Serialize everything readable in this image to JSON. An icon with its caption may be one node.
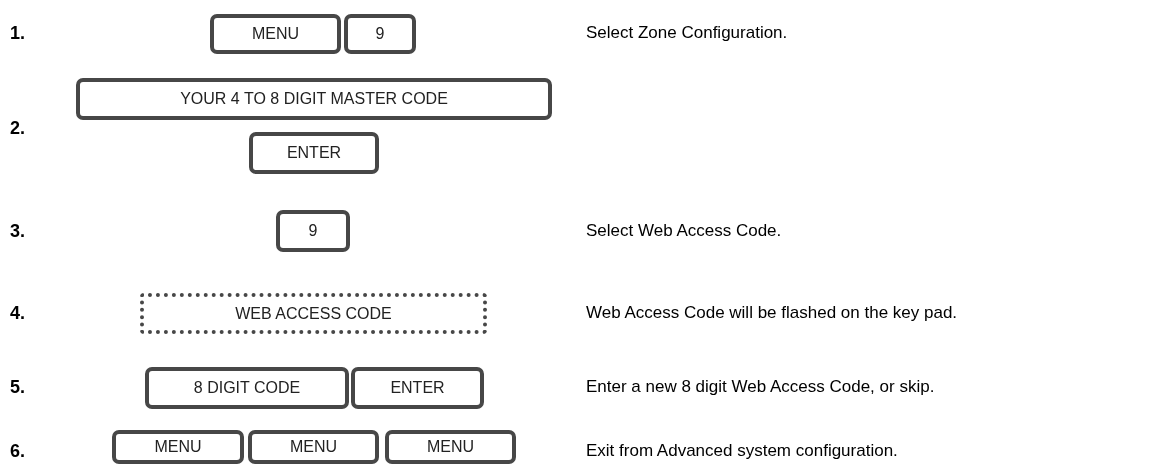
{
  "diagram": {
    "nodes": [
      {
        "text": [
          "MENU"
        ]
      },
      {
        "text": [
          "9"
        ]
      },
      {
        "text": [
          "YOUR 4 TO 8 DIGIT MASTER CODE"
        ]
      },
      {
        "text": [
          "ENTER"
        ]
      },
      {
        "text": [
          "9"
        ]
      },
      {
        "text": [
          "WEB ACCESS CODE"
        ]
      },
      {
        "text": [
          "8 DIGIT CODE"
        ]
      },
      {
        "text": [
          "ENTER"
        ]
      },
      {
        "text": [
          "MENU"
        ]
      },
      {
        "text": [
          "MENU"
        ]
      },
      {
        "text": [
          "MENU"
        ]
      }
    ],
    "labels": [
      "1.",
      "Select Zone Configuration.",
      "2.",
      "3.",
      "Select Web Access Code.",
      "4.",
      "Web Access Code will be flashed on the key pad.",
      "5.",
      "Enter a new 8 digit Web Access Code, or skip.",
      "6.",
      "Exit from Advanced system configuration."
    ]
  }
}
